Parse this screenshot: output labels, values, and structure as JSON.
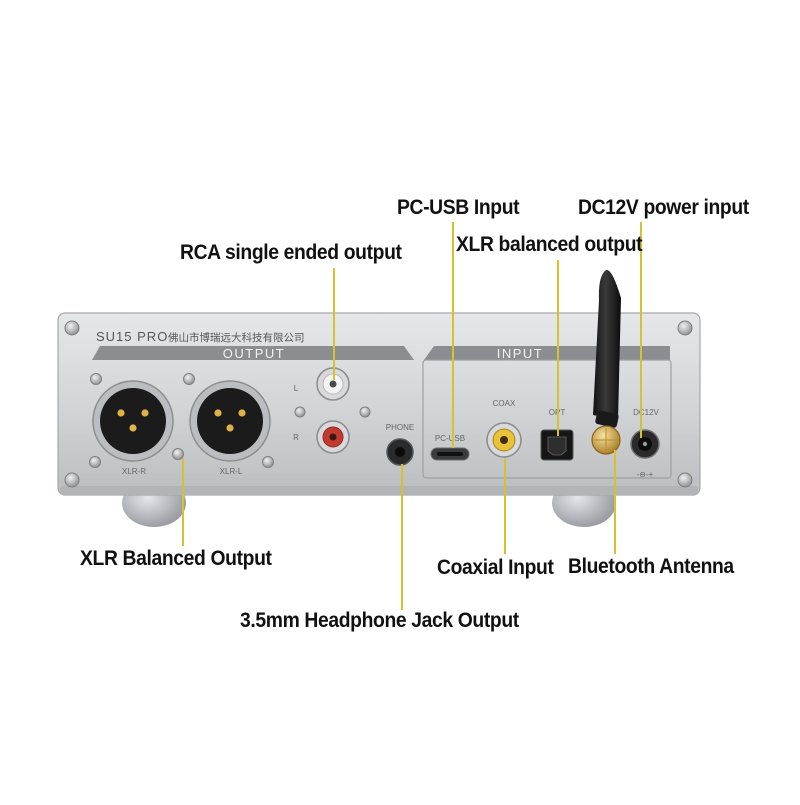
{
  "device": {
    "model": "SU15 PRO",
    "maker": "佛山市博瑞远大科技有限公司",
    "sections": {
      "output": "OUTPUT",
      "input": "INPUT"
    },
    "port_labels": {
      "xlr_r": "XLR-R",
      "xlr_l": "XLR-L",
      "rca_left": "L",
      "rca_right": "R",
      "phone": "PHONE",
      "pc_usb": "PC-USB",
      "coax": "COAX",
      "opt": "OPT",
      "dc": "DC12V",
      "polarity": "-⊖-+"
    }
  },
  "callouts": {
    "rca": "RCA single ended output",
    "pc_usb": "PC-USB Input",
    "xlr_out": "XLR balanced output",
    "dc": "DC12V power input",
    "xlr_balanced": "XLR Balanced Output",
    "coaxial": "Coaxial Input",
    "bluetooth": "Bluetooth Antenna",
    "headphone": "3.5mm Headphone Jack Output"
  },
  "colors": {
    "chassis": "#d4d5d7",
    "label_band": "#8c8d90",
    "leader_line": "#d6c230",
    "rca_red": "#c23a2e",
    "coax_gold": "#e8c23a",
    "pin_gold": "#e0b245"
  }
}
